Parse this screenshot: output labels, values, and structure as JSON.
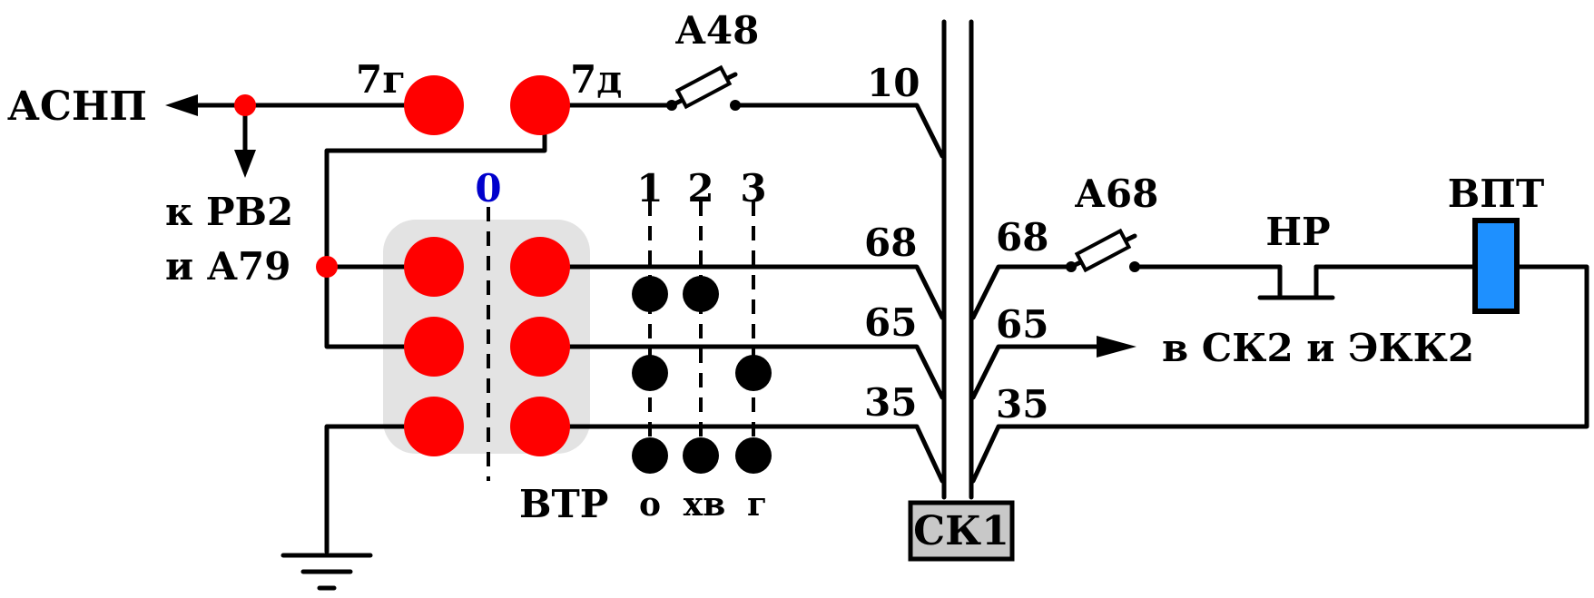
{
  "labels": {
    "asnp": "АСНП",
    "to_rv2_line1": "к РВ2",
    "to_rv2_line2": "и А79",
    "pin_7g": "7г",
    "pin_7d": "7д",
    "fuse_a48": "А48",
    "fuse_a68": "А68",
    "wire_10": "10",
    "wire_68_left": "68",
    "wire_65_left": "65",
    "wire_35_left": "35",
    "wire_68_right": "68",
    "wire_65_right": "65",
    "wire_35_right": "35",
    "pos_0": "0",
    "pos_1": "1",
    "pos_2": "2",
    "pos_3": "3",
    "pos_o": "о",
    "pos_hv": "хв",
    "pos_g": "г",
    "vtr": "ВТР",
    "hr": "НР",
    "vpt": "ВПТ",
    "to_sk2": "в СК2 и ЭКК2",
    "sk1": "СК1"
  },
  "colors": {
    "contact_red": "#ff0000",
    "contact_black": "#000000",
    "position_zero": "#0000cc",
    "switch_body": "#e3e3e3",
    "vpt_coil": "#1e90ff",
    "sk1_box": "#c8c8c8"
  }
}
